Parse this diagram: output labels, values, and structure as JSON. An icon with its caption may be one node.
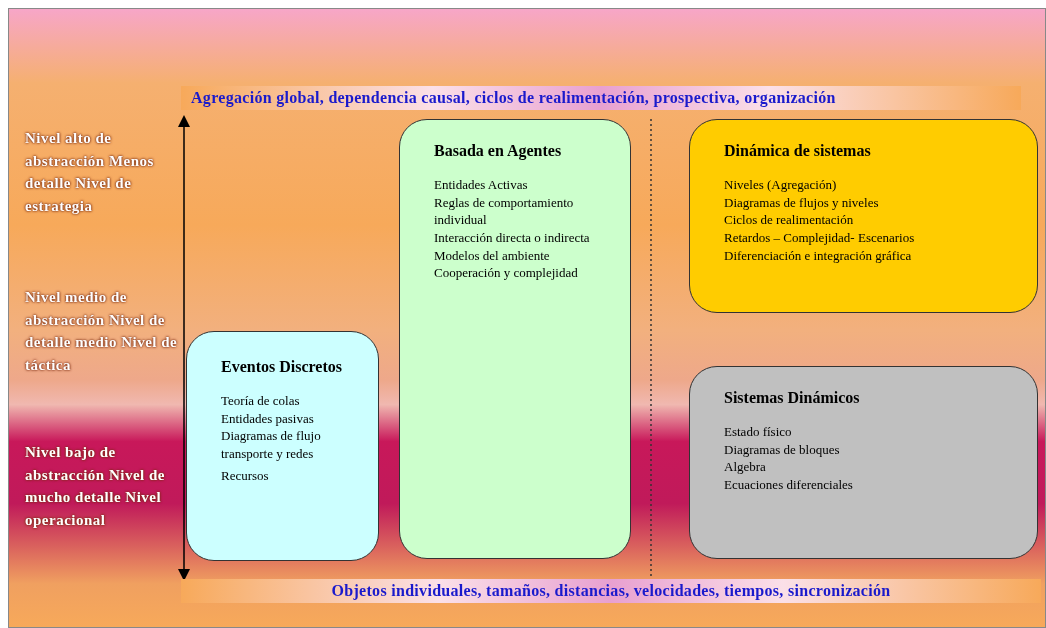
{
  "diagram": {
    "nodes": [
      {
        "text": [
          "Eventos Discretos",
          "Teoría de colas",
          "Entidades pasivas",
          "Diagramas de flujo transporte y redes",
          "Recursos"
        ]
      },
      {
        "text": [
          "Basada en Agentes",
          "Entidades Activas",
          "Reglas de comportamiento individual",
          "Interacción directa o indirecta",
          "Modelos del ambiente",
          "Cooperación y complejidad"
        ]
      },
      {
        "text": [
          "Dinámica de sistemas",
          "Niveles (Agregación)",
          "Diagramas de flujos y niveles",
          "Ciclos de realimentación",
          "Retardos – Complejidad- Escenarios",
          "Diferenciación e integración gráfica"
        ]
      },
      {
        "text": [
          "Sistemas Dinámicos",
          "Estado físico",
          "Diagramas de bloques",
          "Algebra",
          "Ecuaciones diferenciales"
        ]
      }
    ],
    "edges": [],
    "labels": [
      "Agregación global, dependencia causal, ciclos de realimentación, prospectiva, organización",
      "Nivel alto de abstracción Menos detalle Nivel de estrategia",
      "Nivel medio de abstracción Nivel de detalle medio Nivel de táctica",
      "Nivel bajo de abstracción Nivel de mucho detalle Nivel operacional",
      "Objetos individuales, tamaños, distancias, velocidades, tiempos, sincronización"
    ]
  }
}
